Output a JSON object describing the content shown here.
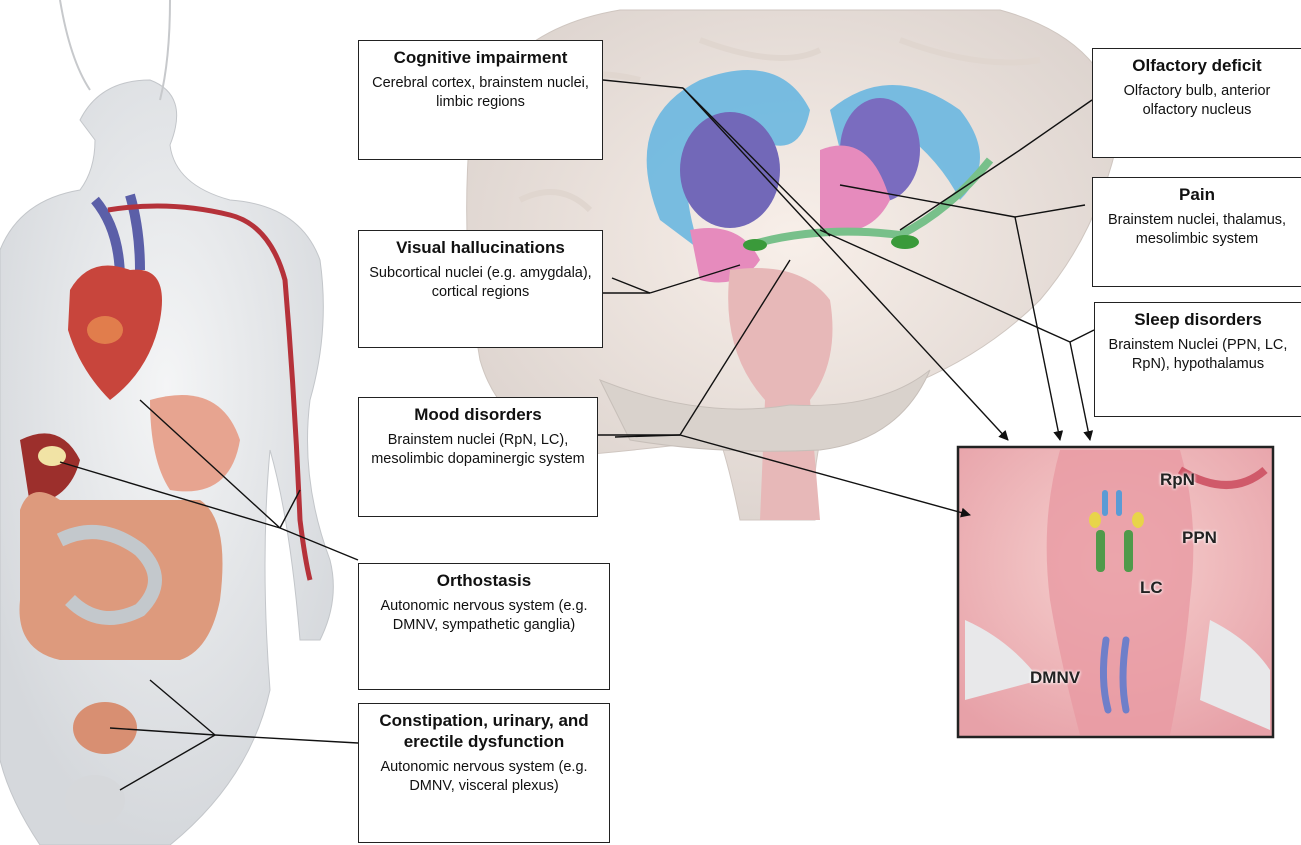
{
  "boxes": {
    "cognitive": {
      "title": "Cognitive impairment",
      "desc": "Cerebral cortex, brainstem nuclei, limbic regions"
    },
    "olfactory": {
      "title": "Olfactory deficit",
      "desc": "Olfactory bulb, anterior olfactory nucleus"
    },
    "pain": {
      "title": "Pain",
      "desc": "Brainstem nuclei, thalamus, mesolimbic system"
    },
    "visual": {
      "title": "Visual hallucinations",
      "desc": "Subcortical nuclei (e.g. amygdala), cortical regions"
    },
    "sleep": {
      "title": "Sleep disorders",
      "desc": "Brainstem Nuclei (PPN, LC, RpN), hypothalamus"
    },
    "mood": {
      "title": "Mood disorders",
      "desc": "Brainstem nuclei (RpN, LC), mesolimbic dopaminergic system"
    },
    "orthostasis": {
      "title": "Orthostasis",
      "desc": "Autonomic nervous system (e.g. DMNV, sympathetic ganglia)"
    },
    "constipation": {
      "title": "Constipation, urinary, and erectile dysfunction",
      "desc": "Autonomic nervous system (e.g. DMNV, visceral plexus)"
    }
  },
  "inset_labels": {
    "rpn": "RpN",
    "ppn": "PPN",
    "lc": "LC",
    "dmnv": "DMNV"
  },
  "colors": {
    "nucleus_blue": "#5b9bd5",
    "nucleus_yellow": "#e8d44a",
    "nucleus_green": "#4f9a4a",
    "nucleus_purple": "#6f7fc9",
    "brain_pink": "#e7a1a8",
    "caudate_blue": "#6ab7e0"
  }
}
